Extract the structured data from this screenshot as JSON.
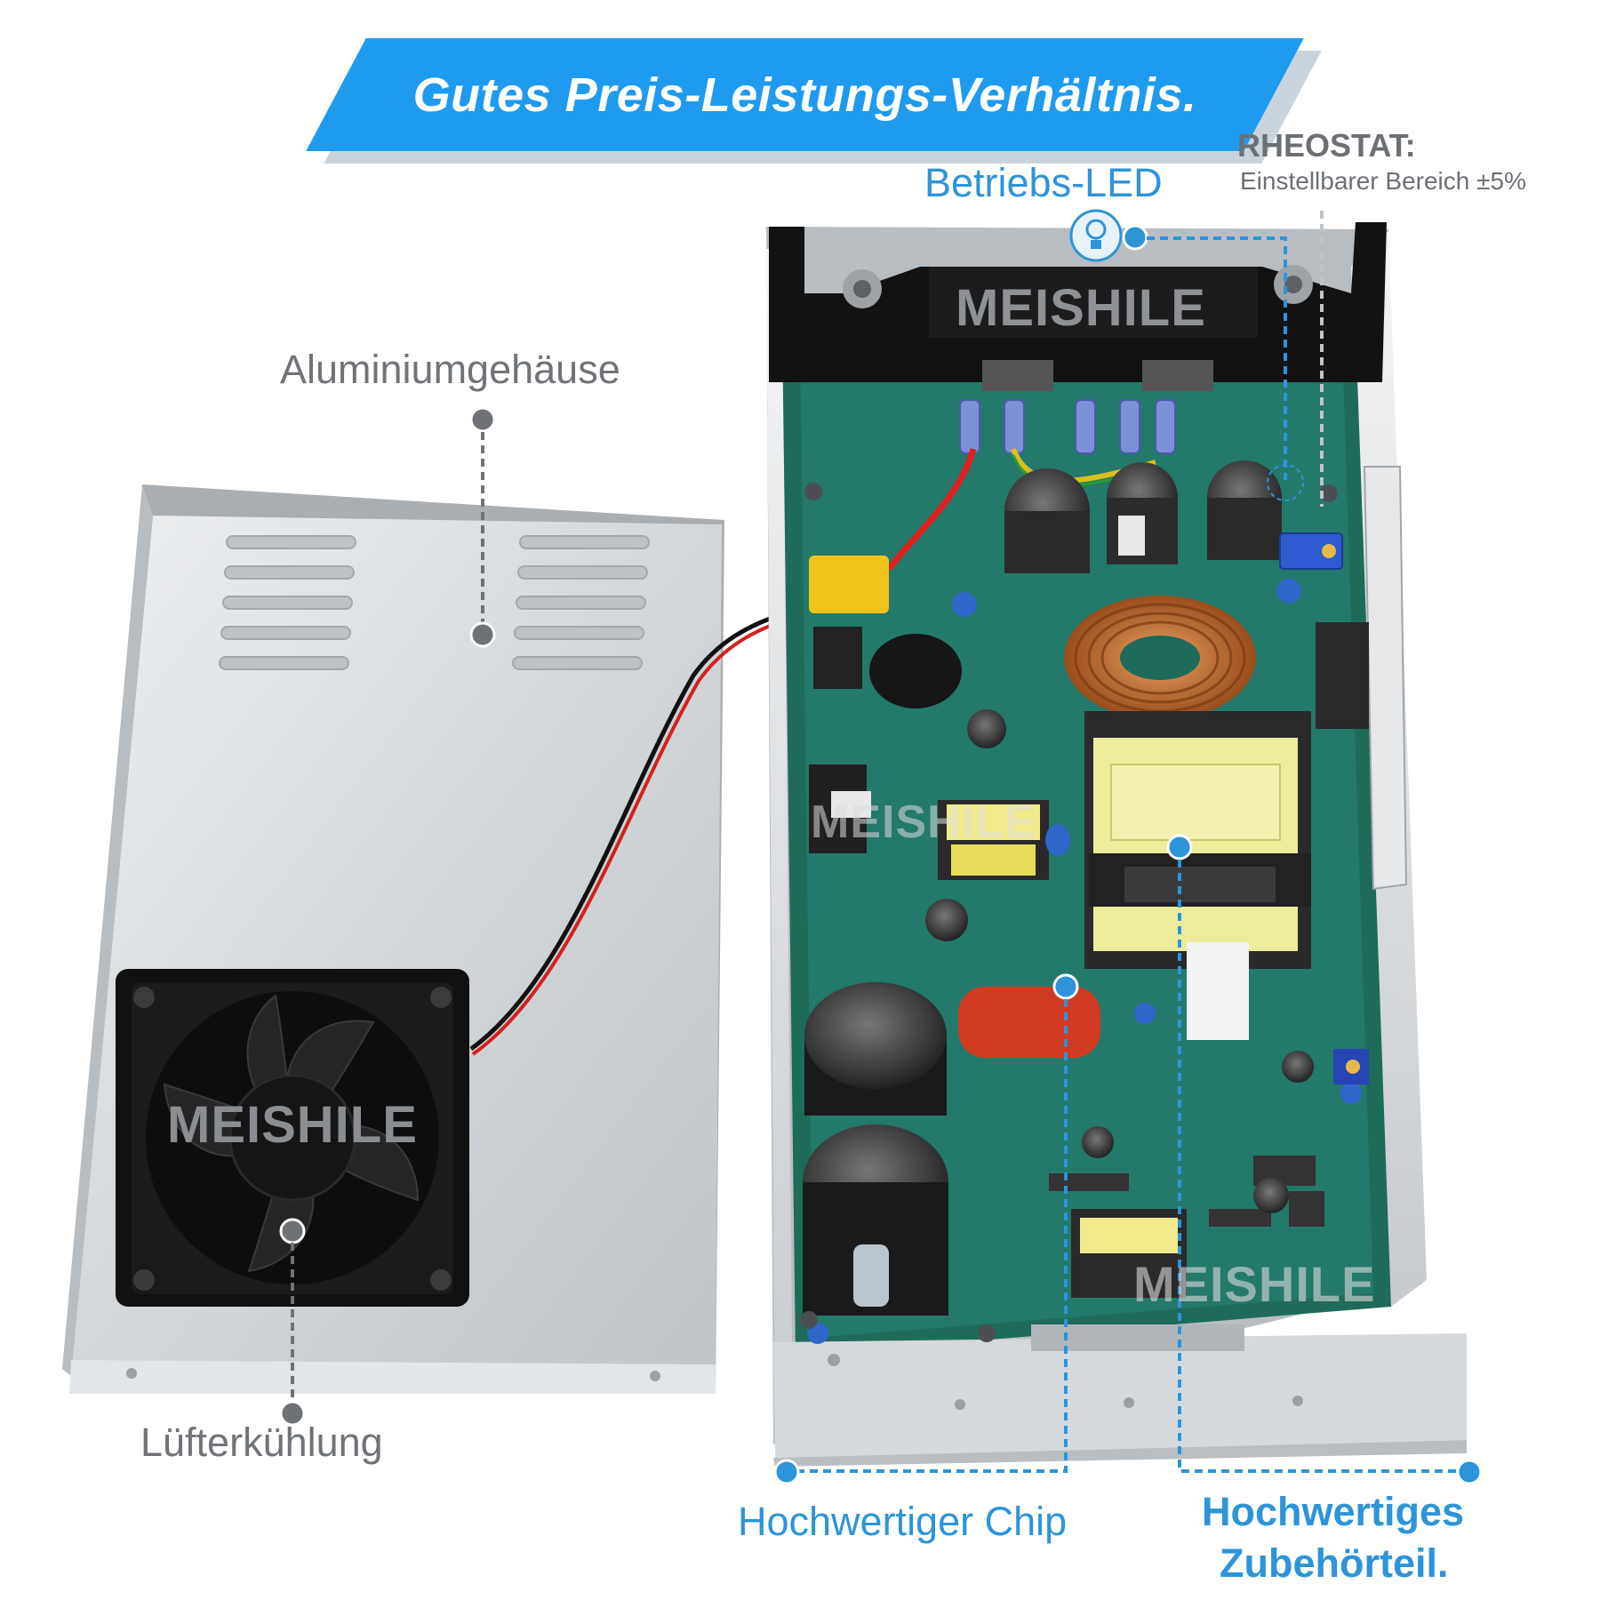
{
  "banner": {
    "text": "Gutes Preis-Leistungs-Verhältnis."
  },
  "callouts": {
    "betriebs_led": "Betriebs-LED",
    "rheostat_title": "RHEOSTAT:",
    "rheostat_range": "Einstellbarer Bereich ±5%",
    "aluminium": "Aluminiumgehäuse",
    "luefter": "Lüfterkühlung",
    "chip": "Hochwertiger Chip",
    "zubehoer_line1": "Hochwertiges",
    "zubehoer_line2": "Zubehörteil."
  },
  "brand": {
    "top": "MEISHILE",
    "fan": "MEISHILE",
    "pcb_mid": "MEISHILE",
    "pcb_bottom": "MEISHILE"
  },
  "colors": {
    "accent_blue": "#1e9bef",
    "callout_blue": "#2d94d8",
    "callout_gray": "#707478",
    "pcb_green": "#1f6b5a",
    "aluminium": "#d9dde0"
  }
}
